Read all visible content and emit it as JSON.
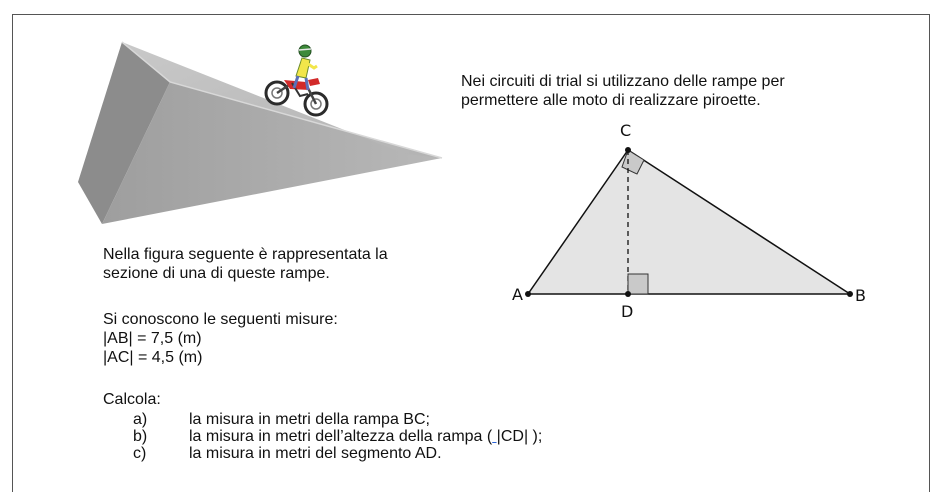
{
  "intro": {
    "line1": "Nei circuiti di trial si utilizzano delle rampe per",
    "line2": "permettere alle moto di realizzare piroette."
  },
  "section_desc": {
    "line1": "Nella figura seguente è rappresentata la",
    "line2": "sezione di una di queste rampe."
  },
  "measures": {
    "heading": "Si conoscono le seguenti misure:",
    "ab": "|AB| = 7,5 (m)",
    "ac": "|AC| = 4,5 (m)"
  },
  "task": {
    "heading": "Calcola:",
    "items": [
      {
        "letter": "a)",
        "text": "la misura in metri della rampa BC;"
      },
      {
        "letter": "b)",
        "text_prefix": "la misura in metri dell’altezza della rampa (",
        "text_underlined": " |",
        "text_suffix": "CD| );"
      },
      {
        "letter": "c)",
        "text": "la misura in metri del segmento AD."
      }
    ]
  },
  "figure": {
    "labels": {
      "a": "A",
      "b": "B",
      "c": "C",
      "d": "D"
    }
  },
  "colors": {
    "ramp_top": "#bdbdbd",
    "ramp_front": "#a8a8a8",
    "ramp_side": "#8f8f8f",
    "triangle_fill": "#e4e4e4",
    "right_angle_fill": "#c9c9c9"
  }
}
